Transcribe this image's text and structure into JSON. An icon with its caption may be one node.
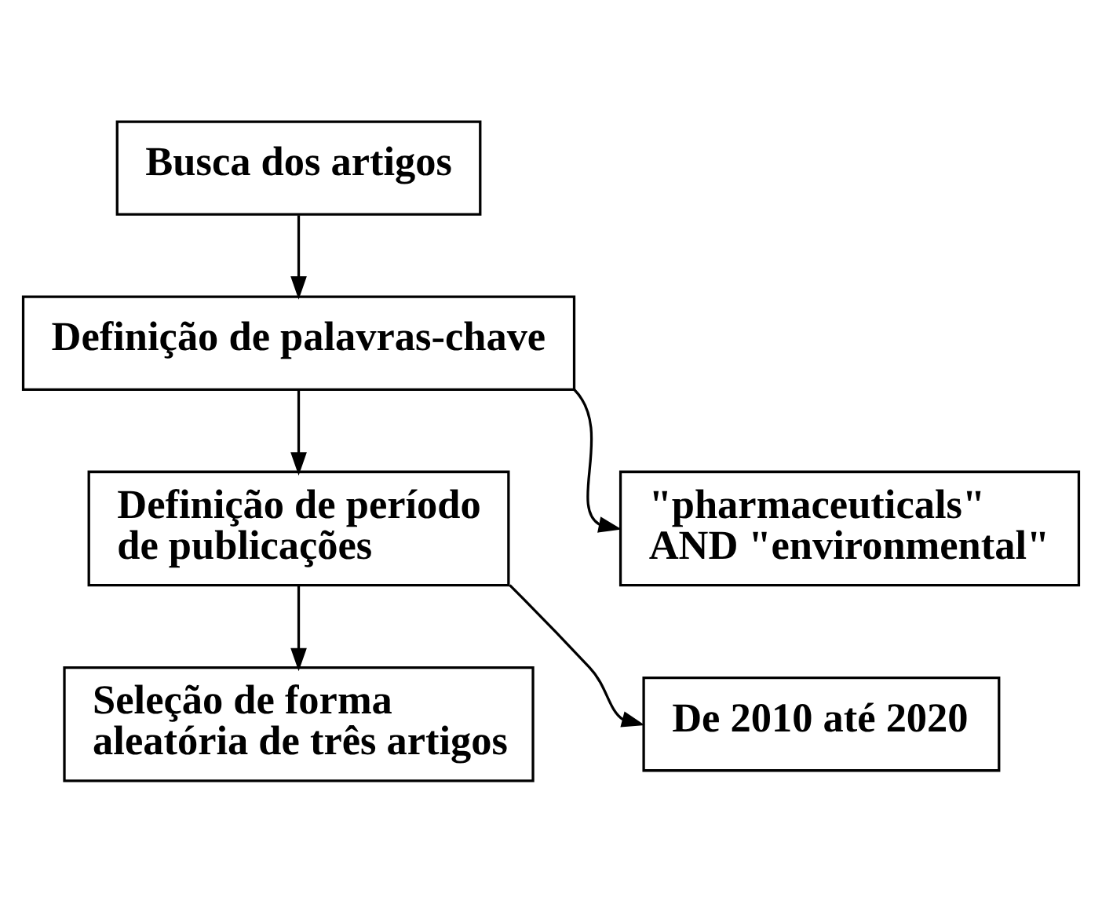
{
  "diagram": {
    "nodes": [
      {
        "text": [
          "Busca dos artigos"
        ]
      },
      {
        "text": [
          "Definição de palavras-chave"
        ]
      },
      {
        "text": [
          "\"pharmaceuticals\" AND \"environmental\""
        ]
      },
      {
        "text": [
          "Definição de período de publicações"
        ]
      },
      {
        "text": [
          "De 2010 até 2020"
        ]
      },
      {
        "text": [
          "Seleção de forma aleatória de três artigos"
        ]
      }
    ],
    "edges": [
      {
        "from": 0,
        "to": 1,
        "arrow": "to"
      },
      {
        "from": 1,
        "to": 2,
        "arrow": "to"
      },
      {
        "from": 1,
        "to": 3,
        "arrow": "to"
      },
      {
        "from": 3,
        "to": 4,
        "arrow": "to"
      },
      {
        "from": 3,
        "to": 5,
        "arrow": "to"
      }
    ]
  }
}
